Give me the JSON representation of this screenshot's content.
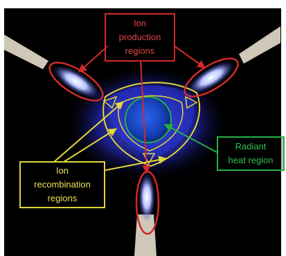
{
  "labels": {
    "ion_production": [
      "Ion",
      "production",
      "regions"
    ],
    "ion_recombination": [
      "Ion",
      "recombination",
      "regions"
    ],
    "radiant_heat": [
      "Radiant",
      "heat region"
    ]
  },
  "colors": {
    "production": "#d12a2a",
    "recombination": "#e2d63a",
    "radiant": "#25b044",
    "flame": "#3a46ff",
    "core": "#1a4fd8"
  }
}
